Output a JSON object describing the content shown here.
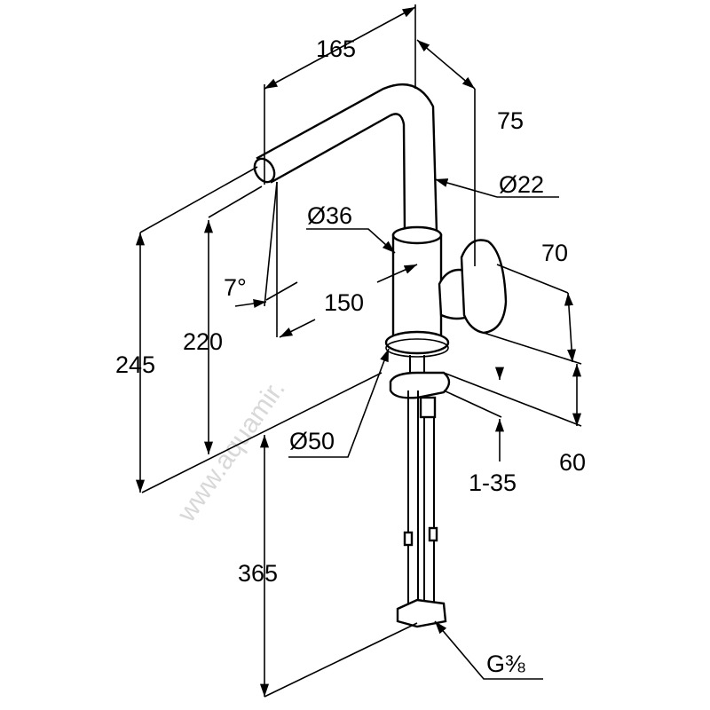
{
  "diagram": {
    "watermark": "www.aquamir.",
    "dimensions": {
      "spout_reach": "165",
      "spout_offset": "75",
      "spout_diameter": "Ø22",
      "body_diameter": "Ø36",
      "handle_height": "70",
      "spout_angle": "7°",
      "spout_clearance": "150",
      "spout_height": "220",
      "total_height": "245",
      "base_diameter": "Ø50",
      "base_depth": "60",
      "countertop_thickness": "1-35",
      "hose_length": "365",
      "connection_thread": "G⅜"
    }
  }
}
